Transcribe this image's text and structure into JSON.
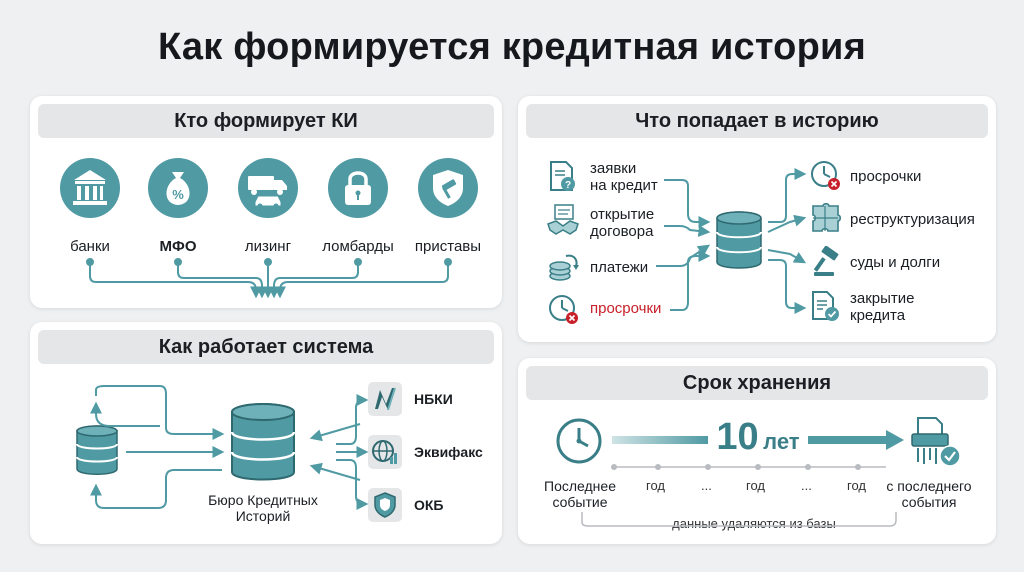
{
  "title": "Как формируется кредитная история",
  "who": {
    "header": "Кто формирует КИ",
    "items": [
      {
        "label": "банки",
        "icon": "bank-icon"
      },
      {
        "label": "МФО",
        "icon": "money-bag-percent-icon"
      },
      {
        "label": "лизинг",
        "icon": "truck-car-icon"
      },
      {
        "label": "ломбарды",
        "icon": "padlock-icon"
      },
      {
        "label": "приставы",
        "icon": "shield-gavel-icon"
      }
    ]
  },
  "what": {
    "header": "Что попадает в историю",
    "inputs": [
      {
        "label": "заявки\nна кредит",
        "icon": "document-question-icon"
      },
      {
        "label": "открытие\nдоговора",
        "icon": "handshake-icon"
      },
      {
        "label": "платежи",
        "icon": "coins-icon"
      },
      {
        "label": "просрочки",
        "icon": "clock-error-icon",
        "color": "#c8202a"
      }
    ],
    "outputs": [
      {
        "label": "просрочки",
        "icon": "clock-error-icon"
      },
      {
        "label": "реструктуризация",
        "icon": "puzzle-icon"
      },
      {
        "label": "суды и долги",
        "icon": "gavel-icon"
      },
      {
        "label": "закрытие\nкредита",
        "icon": "document-check-icon"
      }
    ]
  },
  "system": {
    "header": "Как работает система",
    "center_label": "Бюро Кредитных\nИсторий",
    "bureaus": [
      {
        "label": "НБКИ",
        "icon": "nbki-logo-icon"
      },
      {
        "label": "Эквифакс",
        "icon": "globe-chart-icon"
      },
      {
        "label": "ОКБ",
        "icon": "shield-logo-icon"
      }
    ]
  },
  "storage": {
    "header": "Срок хранения",
    "years_number": "10",
    "years_unit": "лет",
    "start_label": "Последнее\nсобытие",
    "end_label": "с последнего\nсобытия",
    "ticks": [
      "год",
      "...",
      "год",
      "...",
      "год"
    ],
    "note": "данные удаляются из базы"
  },
  "colors": {
    "accent": "#4f9aa3",
    "accent_dark": "#3a7f88",
    "error": "#c8202a",
    "panel_header": "#e4e6e8"
  }
}
